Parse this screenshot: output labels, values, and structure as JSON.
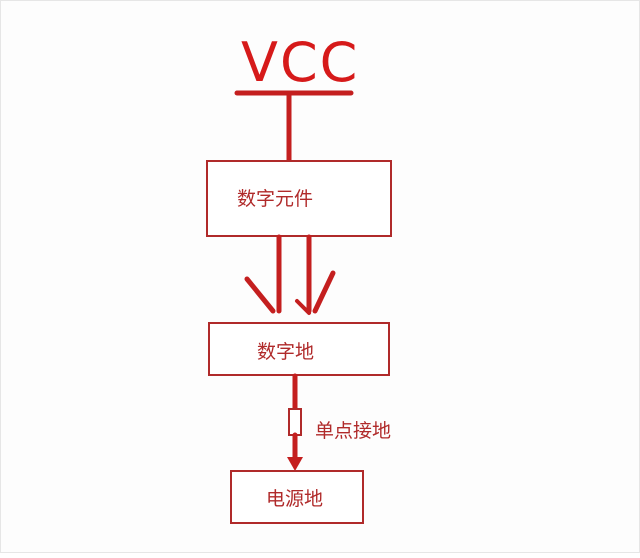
{
  "diagram": {
    "supply_label": "VCC",
    "digital_component_label": "数字元件",
    "digital_ground_label": "数字地",
    "single_point_ground_label": "单点接地",
    "power_ground_label": "电源地"
  },
  "colors": {
    "wire": "#c41f1f",
    "box_border": "#b02a2a",
    "text": "#b02a2a"
  }
}
